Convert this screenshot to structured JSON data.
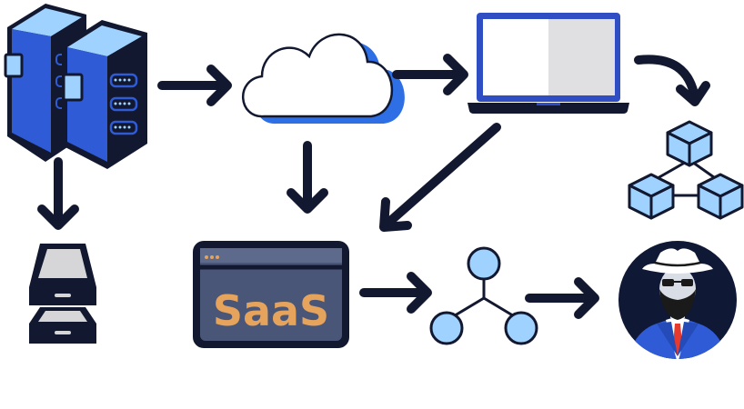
{
  "diagram": {
    "nodes": [
      {
        "id": "servers",
        "icon": "server-rack-icon"
      },
      {
        "id": "cloud",
        "icon": "cloud-icon"
      },
      {
        "id": "laptop",
        "icon": "laptop-icon"
      },
      {
        "id": "blocks",
        "icon": "blockchain-cubes-icon"
      },
      {
        "id": "storage",
        "icon": "storage-drives-icon"
      },
      {
        "id": "saas",
        "icon": "saas-window-icon",
        "label": "SaaS"
      },
      {
        "id": "network",
        "icon": "network-nodes-icon"
      },
      {
        "id": "hacker",
        "icon": "hacker-avatar-icon"
      }
    ],
    "edges": [
      {
        "from": "servers",
        "to": "cloud"
      },
      {
        "from": "cloud",
        "to": "laptop"
      },
      {
        "from": "laptop",
        "to": "blocks"
      },
      {
        "from": "servers",
        "to": "storage"
      },
      {
        "from": "cloud",
        "to": "saas"
      },
      {
        "from": "laptop",
        "to": "saas"
      },
      {
        "from": "saas",
        "to": "network"
      },
      {
        "from": "network",
        "to": "hacker"
      }
    ]
  },
  "colors": {
    "navy": "#12182f",
    "royal": "#2f5bd6",
    "light_blue": "#9fd2ff",
    "gray": "#d6d6d8",
    "saas_text": "#e5a35c",
    "saas_panel": "#4a5677",
    "hacker_bg": "#0f1834"
  }
}
